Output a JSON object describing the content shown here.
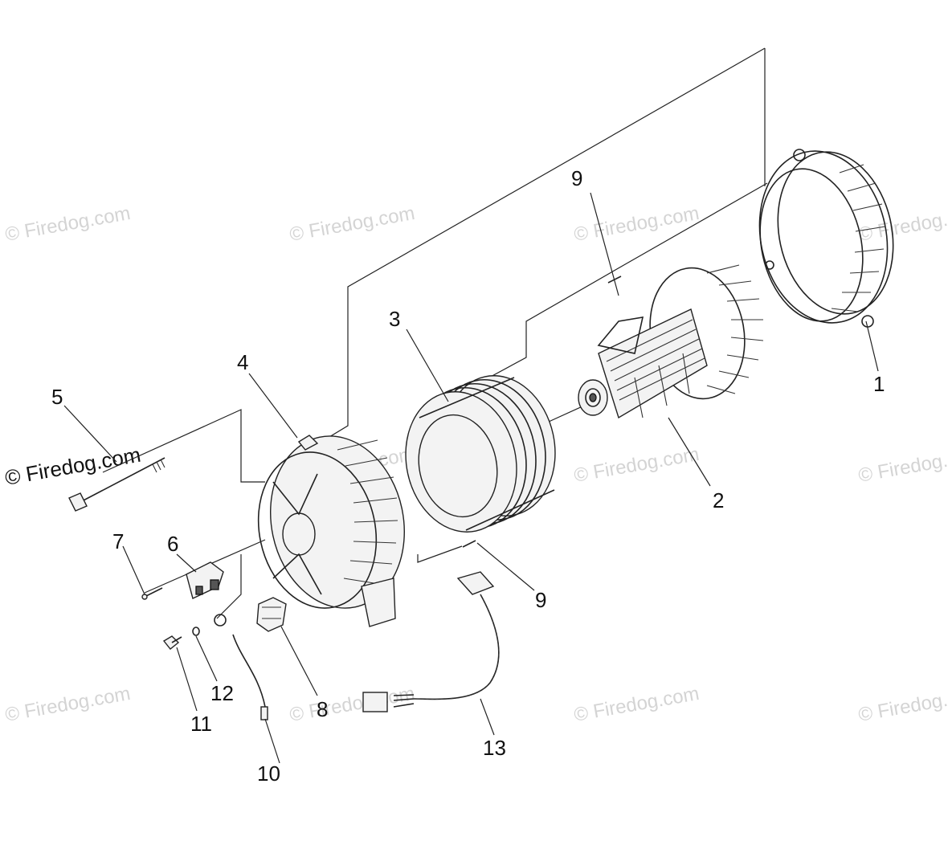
{
  "diagram": {
    "callouts": {
      "c1": "1",
      "c2": "2",
      "c3": "3",
      "c4": "4",
      "c5": "5",
      "c6": "6",
      "c7": "7",
      "c8": "8",
      "c9a": "9",
      "c9b": "9",
      "c10": "10",
      "c11": "11",
      "c12": "12",
      "c13": "13"
    },
    "watermark_text": "© Firedog.com",
    "prominent_watermark": "© Firedog.com"
  }
}
